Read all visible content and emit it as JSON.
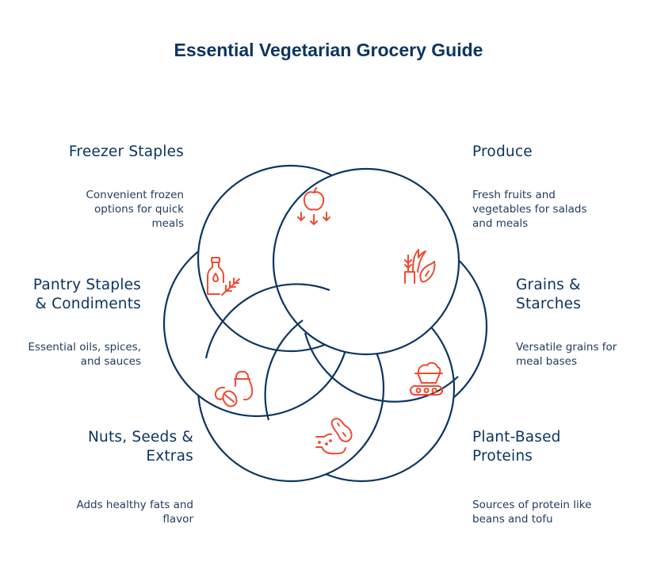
{
  "title": "Essential Vegetarian Grocery Guide",
  "colors": {
    "title": "#0c3560",
    "outline": "#0c3560",
    "icon": "#f04a32",
    "text": "#0c3560"
  },
  "segments": [
    {
      "id": "freezer",
      "title": "Freezer Staples",
      "description": "Convenient frozen options for quick meals",
      "desc_lines": [
        "Convenient frozen",
        "options for quick",
        "meals"
      ],
      "icon": "frozen-fruit-icon",
      "side": "left"
    },
    {
      "id": "produce",
      "title": "Produce",
      "description": "Fresh fruits and vegetables for salads and meals",
      "desc_lines": [
        "Fresh fruits and",
        "vegetables for salads",
        "and meals"
      ],
      "icon": "vegetables-icon",
      "side": "right"
    },
    {
      "id": "grains",
      "title_lines": [
        "Grains &",
        "Starches"
      ],
      "title": "Grains & Starches",
      "description": "Versatile grains for meal bases",
      "desc_lines": [
        "Versatile grains for",
        "meal bases"
      ],
      "icon": "grain-bowl-conveyor-icon",
      "side": "right"
    },
    {
      "id": "proteins",
      "title_lines": [
        "Plant-Based",
        "Proteins"
      ],
      "title": "Plant-Based Proteins",
      "description": "Sources of protein like beans and tofu",
      "desc_lines": [
        "Sources of protein like",
        "beans and tofu"
      ],
      "icon": "peanut-hand-icon",
      "side": "right"
    },
    {
      "id": "nuts",
      "title_lines": [
        "Nuts, Seeds &",
        "Extras"
      ],
      "title": "Nuts, Seeds & Extras",
      "description": "Adds healthy fats and flavor",
      "desc_lines": [
        "Adds healthy fats and",
        "flavor"
      ],
      "icon": "nuts-seeds-jar-icon",
      "side": "left"
    },
    {
      "id": "pantry",
      "title_lines": [
        "Pantry Staples",
        "& Condiments"
      ],
      "title": "Pantry Staples & Condiments",
      "description": "Essential oils, spices, and sauces",
      "desc_lines": [
        "Essential oils, spices,",
        "and sauces"
      ],
      "icon": "oil-bottle-herb-icon",
      "side": "left"
    }
  ]
}
